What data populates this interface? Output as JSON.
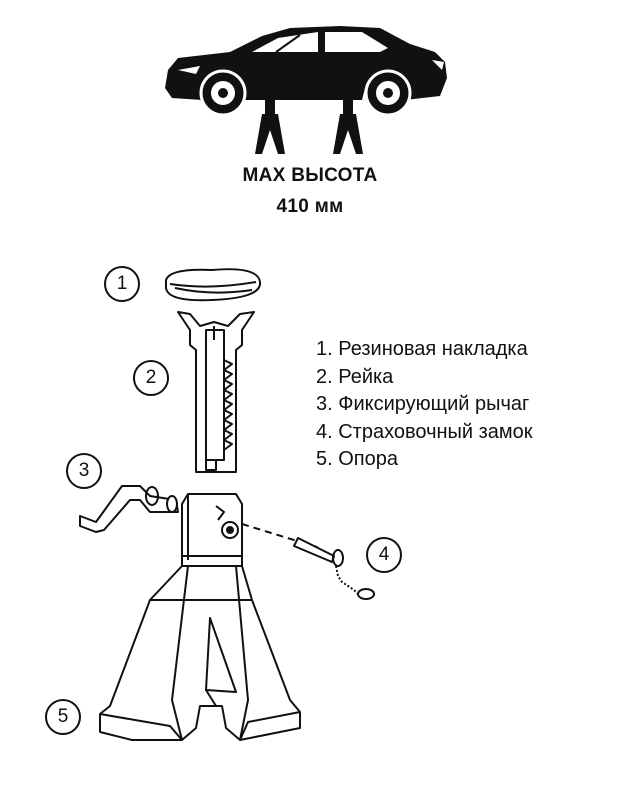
{
  "captions": {
    "line1": "MAX ВЫСОТА",
    "line2": "410 мм"
  },
  "legend": [
    "1. Резиновая накладка",
    "2. Рейка",
    "3. Фиксирующий рычаг",
    "4. Страховочный замок",
    "5. Опора"
  ],
  "callouts": [
    "1",
    "2",
    "3",
    "4",
    "5"
  ]
}
